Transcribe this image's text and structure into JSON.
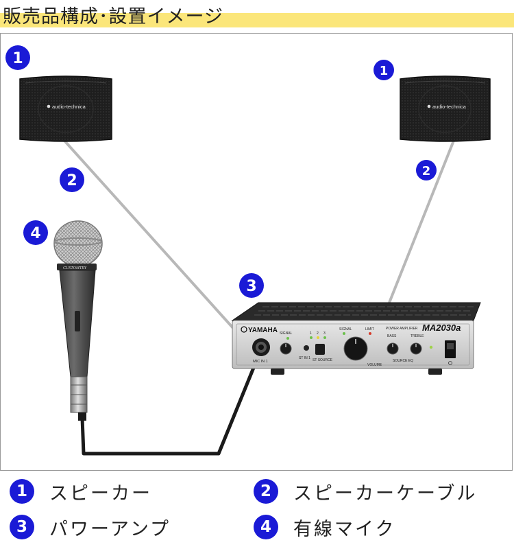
{
  "title": "販売品構成･設置イメージ",
  "colors": {
    "badge": "#1a1ad6",
    "highlight": "#fbe67a",
    "cable_grey": "#b8b8b8",
    "cable_black": "#1a1a1a"
  },
  "speaker_brand": "audio-technica",
  "amp": {
    "brand": "YAMAHA",
    "model": "MA2030a",
    "subtitle": "POWER AMPLIFIER",
    "signal_label": "SIGNAL",
    "limit_label": "LIMIT",
    "bass_label": "BASS",
    "treble_label": "TREBLE",
    "mic_in_label": "MIC IN 1",
    "st_in_label": "ST IN 1",
    "st_source_label": "ST SOURCE",
    "volume_label": "VOLUME",
    "source_eq_label": "SOURCE EQ",
    "ch1": "1",
    "ch2": "2",
    "ch3": "3"
  },
  "mic_brand": "CUSTOMTRY",
  "badges": [
    "1",
    "1",
    "2",
    "2",
    "3",
    "4"
  ],
  "legend": [
    {
      "num": "1",
      "label": "スピーカー"
    },
    {
      "num": "2",
      "label": "スピーカーケーブル"
    },
    {
      "num": "3",
      "label": "パワーアンプ"
    },
    {
      "num": "4",
      "label": "有線マイク"
    }
  ]
}
